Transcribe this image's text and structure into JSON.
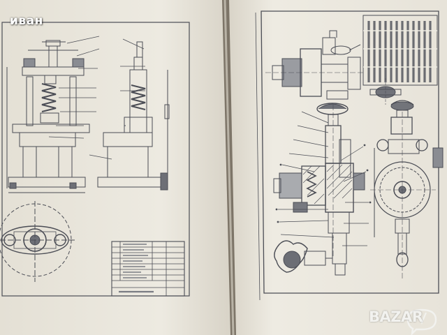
{
  "seller_tag": "иван",
  "watermark": {
    "text": "BAZAR",
    "icon": "bazar-speech-bubble-logo"
  },
  "palette": {
    "paper": "#eeebe2",
    "paper_shadow": "#d4cfc3",
    "ink": "#4b4d55",
    "background": "#7d7568"
  }
}
